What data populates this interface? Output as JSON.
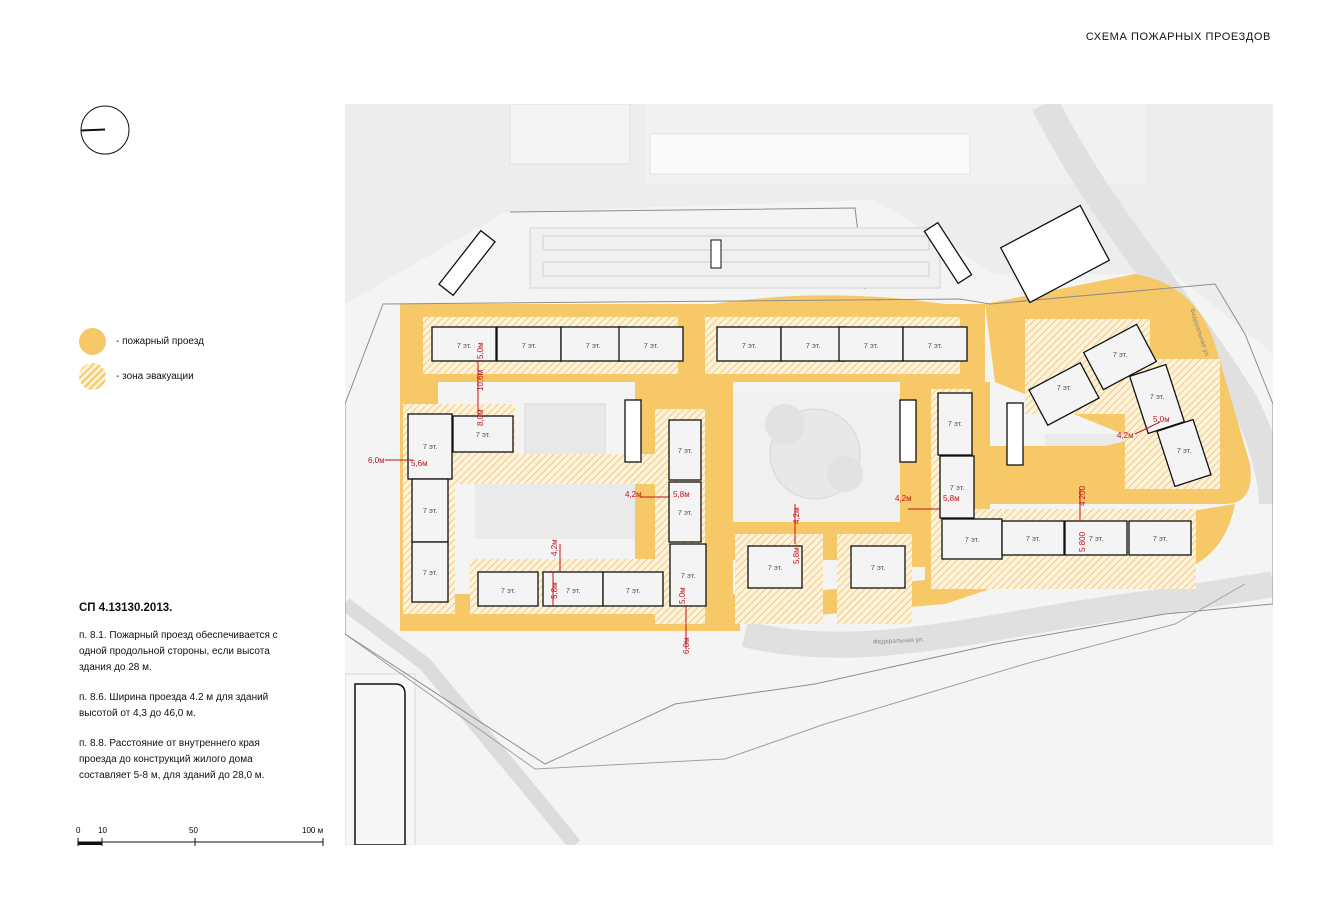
{
  "header": {
    "title": "СХЕМА ПОЖАРНЫХ ПРОЕЗДОВ"
  },
  "legend": {
    "fire_lane": "- пожарный проезд",
    "evacuation_zone": "- зона эвакуации"
  },
  "notes": {
    "title": "СП 4.13130.2013.",
    "items": [
      "п. 8.1. Пожарный проезд обеспечивается с одной продольной стороны, если высота здания до 28 м.",
      "п. 8.6. Ширина проезда 4.2 м для зданий высотой от 4,3 до 46,0 м.",
      "п. 8.8. Расстояние от внутреннего края проезда до конструкций жилого дома составляет 5-8 м, для зданий до 28,0 м."
    ]
  },
  "scale": {
    "labels": [
      "0",
      "10",
      "50",
      "100 м"
    ]
  },
  "map": {
    "building_label": "7 эт.",
    "street_labels": [
      "Федеральная ул.",
      "Федеральная ул."
    ],
    "dimensions": [
      "5,0м",
      "10,6м",
      "8,0м",
      "6,0м",
      "5,6м",
      "4,2м",
      "5,8м",
      "4,2м",
      "5,8м",
      "5,0м",
      "6,0м",
      "4,2м",
      "5,8м",
      "4,2м",
      "5,8м",
      "4 200",
      "5 800",
      "4,2м",
      "5,0м"
    ]
  },
  "colors": {
    "fire_lane": "#f6c867",
    "evacuation_hatch": "#f3c46a",
    "dimension": "#c0121b"
  }
}
